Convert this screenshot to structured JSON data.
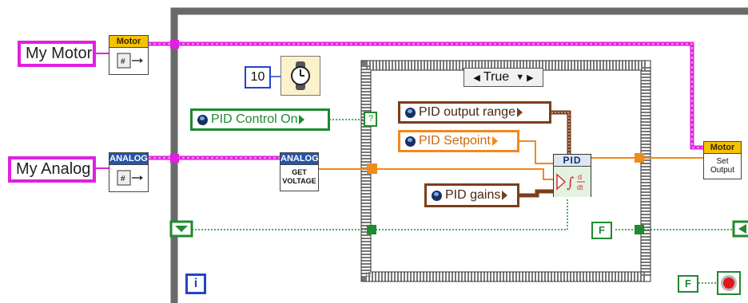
{
  "controls": {
    "my_motor": "My Motor",
    "my_analog": "My Analog",
    "wait_ms": "10"
  },
  "globals": {
    "pid_control_on": "PID Control On",
    "pid_output_range": "PID output range",
    "pid_setpoint": "PID Setpoint",
    "pid_gains": "PID gains"
  },
  "subvis": {
    "motor_header": "Motor",
    "analog_header": "ANALOG",
    "get_voltage": "GET\nVOLTAGE",
    "pid_header": "PID",
    "set_output_header": "Motor",
    "set_output_body": "Set\nOutput"
  },
  "case_structure": {
    "selector_value": "True",
    "selector_query": "?"
  },
  "constants": {
    "false_a": "F",
    "false_b": "F",
    "iteration": "i"
  },
  "colors": {
    "refnum_wire": "#e020e0",
    "numeric_wire": "#f08a1c",
    "boolean_wire": "#1f8a2e",
    "cluster_wire": "#7a3e1a",
    "loop_frame": "#6a6a6a",
    "motor_header": "#f5c300",
    "analog_header": "#2554a8"
  }
}
